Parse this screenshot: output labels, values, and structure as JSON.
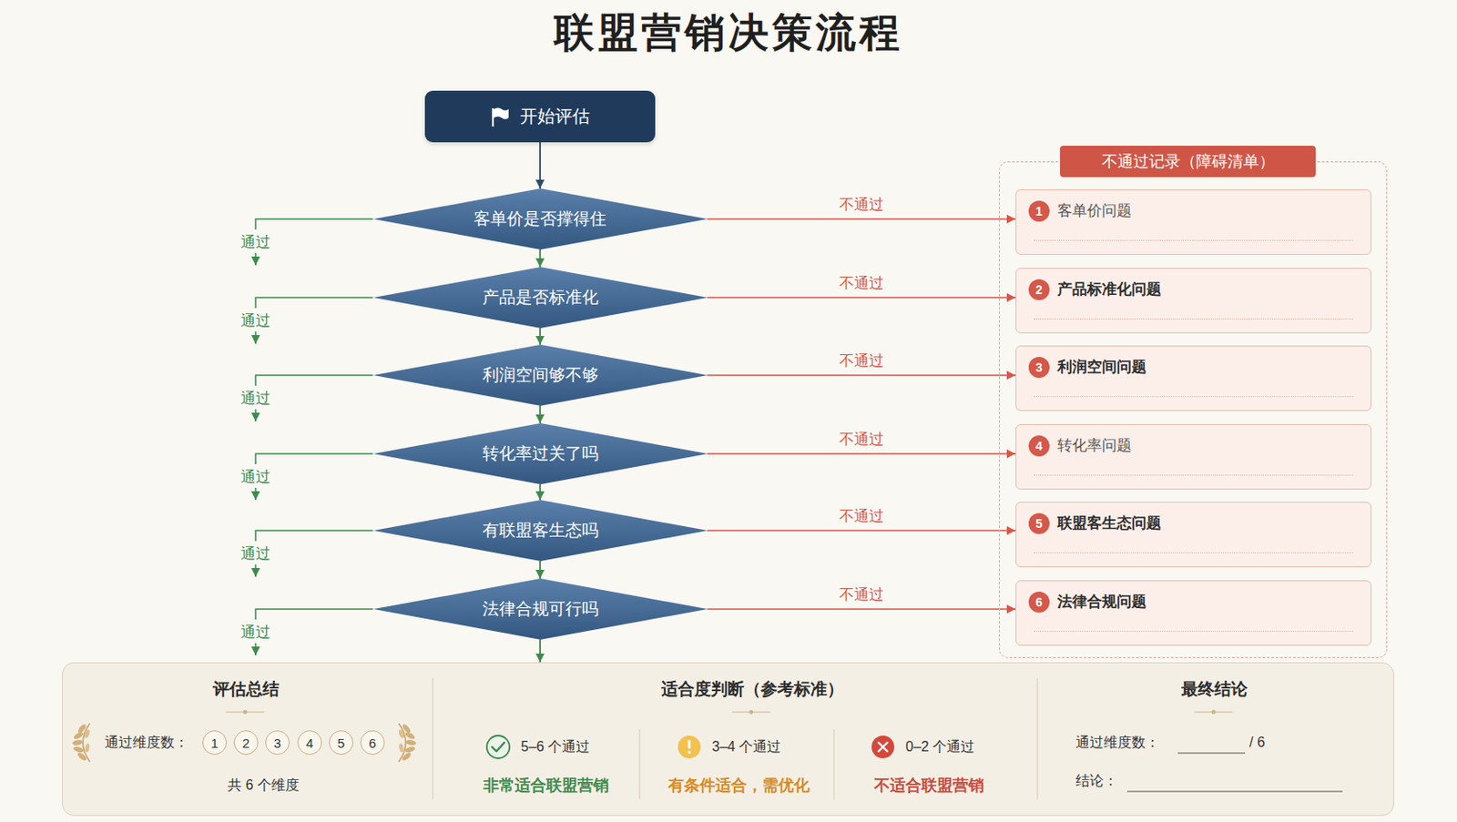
{
  "diagram": {
    "title": "联盟营销决策流程",
    "nodes": [
      {
        "text": [
          "开始评估"
        ]
      },
      {
        "text": [
          "客单价是否撑得住"
        ]
      },
      {
        "text": [
          "产品是否标准化"
        ]
      },
      {
        "text": [
          "利润空间够不够"
        ]
      },
      {
        "text": [
          "转化率过关了吗"
        ]
      },
      {
        "text": [
          "有联盟客生态吗"
        ]
      },
      {
        "text": [
          "法律合规可行吗"
        ]
      },
      {
        "text": [
          "不通过记录（障碍清单）"
        ]
      },
      {
        "text": [
          "1",
          "客单价问题"
        ],
        "in": 7
      },
      {
        "text": [
          "2",
          "产品标准化问题"
        ],
        "in": 7
      },
      {
        "text": [
          "3",
          "利润空间问题"
        ],
        "in": 7
      },
      {
        "text": [
          "4",
          "转化率问题"
        ],
        "in": 7
      },
      {
        "text": [
          "5",
          "联盟客生态问题"
        ],
        "in": 7
      },
      {
        "text": [
          "6",
          "法律合规问题"
        ],
        "in": 7
      },
      {
        "text": [
          "评估总结",
          "适合度判断（参考标准）",
          "最终结论"
        ]
      }
    ],
    "edges": [
      {
        "from": 0,
        "to": 1,
        "arrow": "to"
      },
      {
        "from": 1,
        "to": 2,
        "label": "通过",
        "arrow": "to"
      },
      {
        "from": 2,
        "to": 3,
        "label": "通过",
        "arrow": "to"
      },
      {
        "from": 3,
        "to": 4,
        "label": "通过",
        "arrow": "to"
      },
      {
        "from": 4,
        "to": 5,
        "label": "通过",
        "arrow": "to"
      },
      {
        "from": 5,
        "to": 6,
        "label": "通过",
        "arrow": "to"
      },
      {
        "from": 6,
        "to": 14,
        "label": "通过",
        "arrow": "to"
      },
      {
        "from": 1,
        "to": 8,
        "label": "不通过",
        "arrow": "to"
      },
      {
        "from": 2,
        "to": 9,
        "label": "不通过",
        "arrow": "to"
      },
      {
        "from": 3,
        "to": 10,
        "label": "不通过",
        "arrow": "to"
      },
      {
        "from": 4,
        "to": 11,
        "label": "不通过",
        "arrow": "to"
      },
      {
        "from": 5,
        "to": 12,
        "label": "不通过",
        "arrow": "to"
      },
      {
        "from": 6,
        "to": 13,
        "label": "不通过",
        "arrow": "to"
      }
    ],
    "labels": [
      "通过维度数：",
      "1",
      "2",
      "3",
      "4",
      "5",
      "6",
      "共 6 个维度",
      "5–6 个通过",
      "非常适合联盟营销",
      "3–4 个通过",
      "有条件适合，需优化",
      "0–2 个通过",
      "不适合联盟营销",
      "通过维度数：",
      "/ 6",
      "结论："
    ]
  }
}
